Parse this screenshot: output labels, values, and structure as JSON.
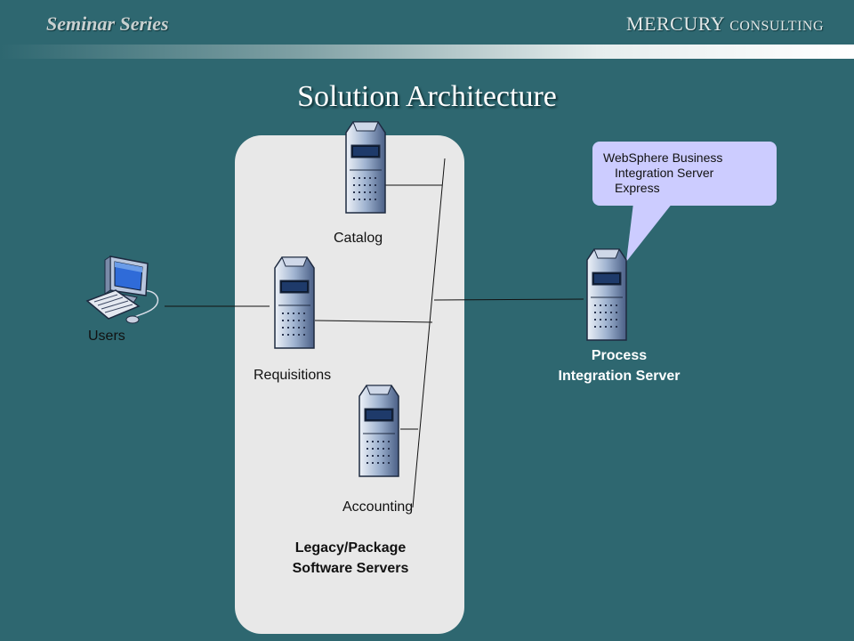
{
  "header": {
    "series": "Seminar Series",
    "company_main": "MERCURY",
    "company_small": "CONSULTING"
  },
  "title": "Solution Architecture",
  "callout": {
    "line1": "WebSphere Business",
    "line2": "Integration Server",
    "line3": "Express"
  },
  "nodes": {
    "users": "Users",
    "catalog": "Catalog",
    "requisitions": "Requisitions",
    "accounting": "Accounting",
    "process_server_line1": "Process",
    "process_server_line2": "Integration Server",
    "legacy_line1": "Legacy/Package",
    "legacy_line2": "Software Servers"
  },
  "icons": {
    "server": "server-tower-icon",
    "workstation": "computer-workstation-icon"
  }
}
